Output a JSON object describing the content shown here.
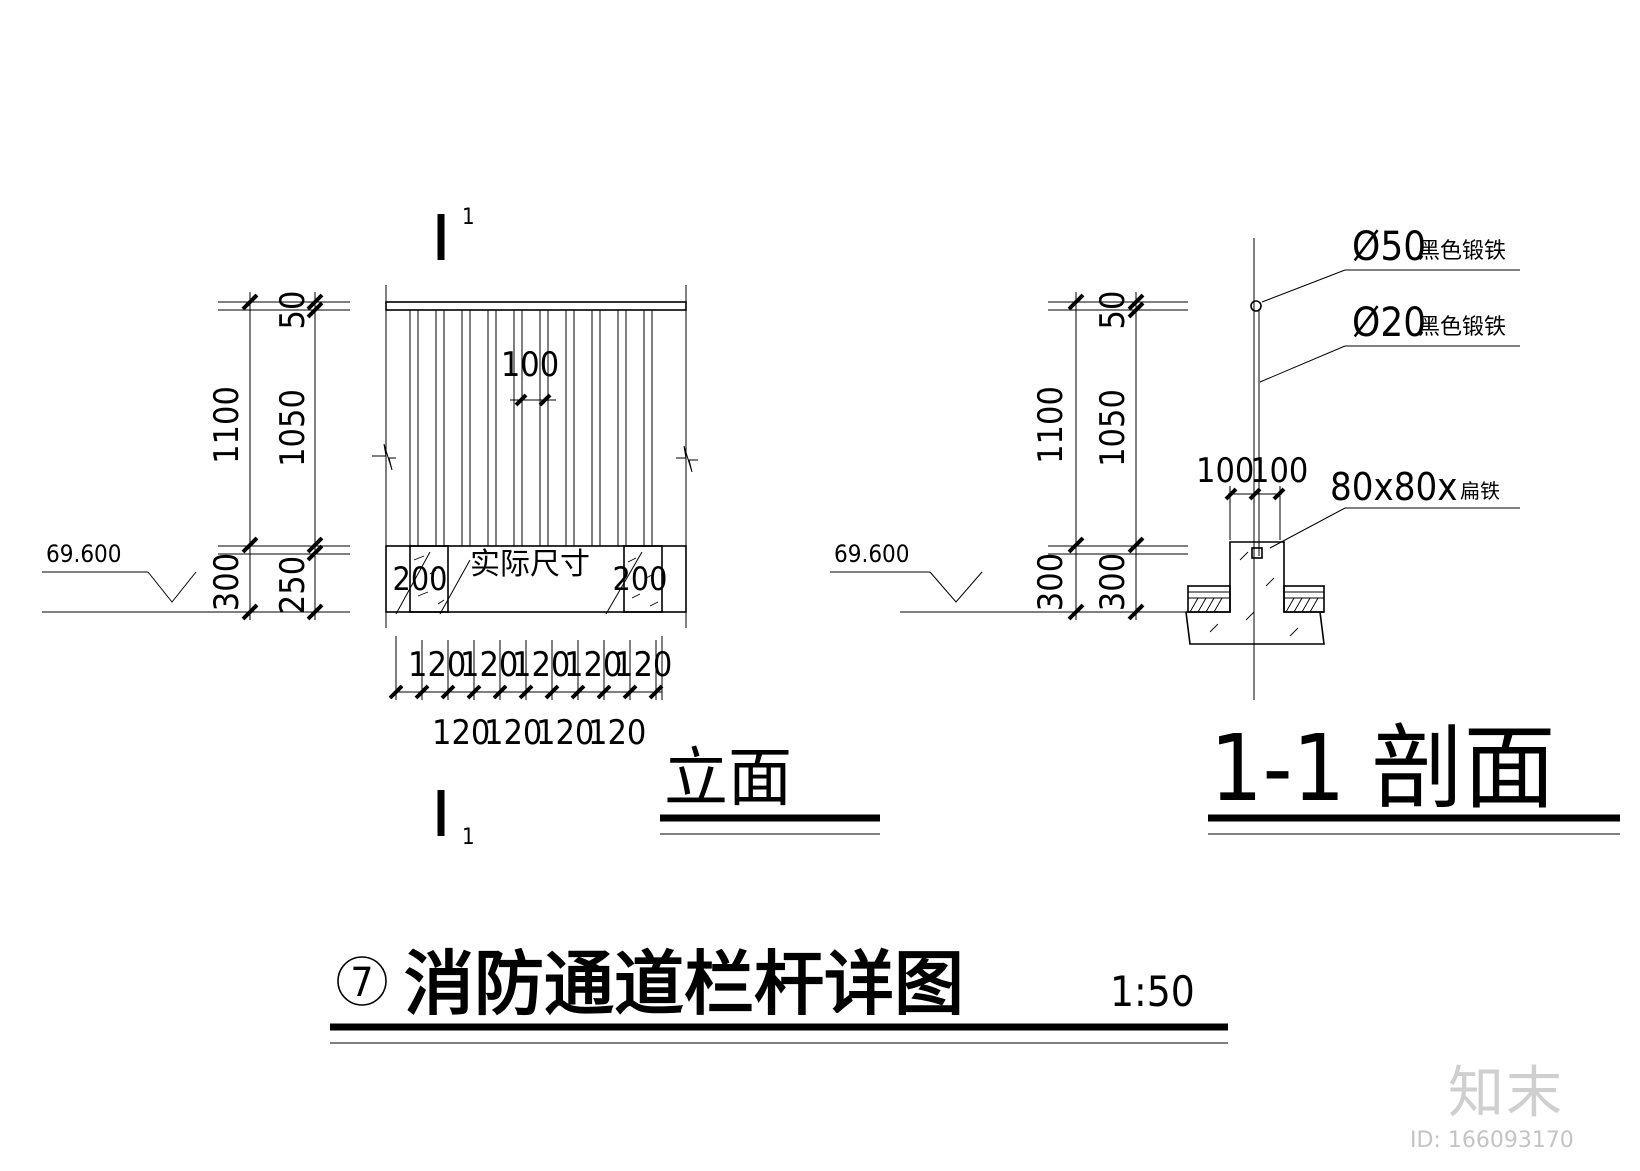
{
  "section_markers": {
    "top": "1",
    "bottom": "1"
  },
  "elevation": {
    "dims_outer": {
      "top": "1100",
      "bottom": "300"
    },
    "dims_inner": {
      "top": "50",
      "middle": "1050",
      "bottom": "250"
    },
    "level": "69.600",
    "baluster_spacing": "100",
    "post_left": "200",
    "post_right": "200",
    "note": "实际尺寸",
    "bottom_dims_row1": [
      "120",
      "120",
      "120",
      "120",
      "120"
    ],
    "bottom_dims_row2": [
      "120",
      "120",
      "120",
      "120"
    ],
    "title": "立面"
  },
  "section": {
    "dims_outer": {
      "top": "1100",
      "bottom": "300"
    },
    "dims_inner": {
      "top": "50",
      "middle": "1050",
      "bottom": "300"
    },
    "level": "69.600",
    "callouts": [
      {
        "size": "Ø50",
        "material": "黑色锻铁"
      },
      {
        "size": "Ø20",
        "material": "黑色锻铁"
      },
      {
        "size": "80x80x",
        "material": "扁铁"
      }
    ],
    "base_dims": [
      "100",
      "100"
    ],
    "title": "1-1 剖面"
  },
  "main_title": {
    "number": "7",
    "text": "消防通道栏杆详图",
    "scale": "1:50"
  },
  "watermark": {
    "brand": "知末",
    "id": "ID: 166093170"
  }
}
